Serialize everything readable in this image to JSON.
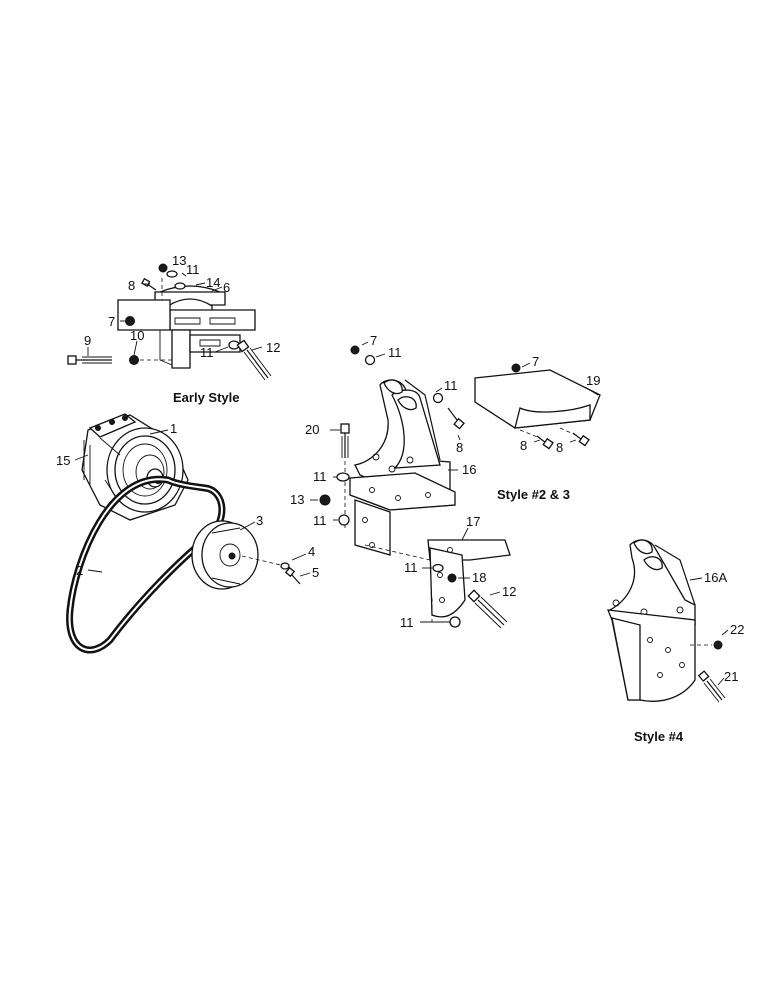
{
  "captions": {
    "early": "Early Style",
    "style23": "Style #2 & 3",
    "style4": "Style #4"
  },
  "callouts": {
    "c13": "13",
    "c11a": "11",
    "c8a": "8",
    "c14": "14",
    "c6": "6",
    "c7a": "7",
    "c9": "9",
    "c10": "10",
    "c11b": "11",
    "c12a": "12",
    "c1": "1",
    "c15": "15",
    "c3": "3",
    "c2": "2",
    "c4": "4",
    "c5": "5",
    "c7b": "7",
    "c11c": "11",
    "c11d": "11",
    "c8b": "8",
    "c20": "20",
    "c11e": "11",
    "c16": "16",
    "c13b": "13",
    "c11f": "11",
    "c17": "17",
    "c11g": "11",
    "c18": "18",
    "c12b": "12",
    "c11h": "11",
    "c7c": "7",
    "c19": "19",
    "c8c": "8",
    "c8d": "8",
    "c16a": "16A",
    "c22": "22",
    "c21": "21"
  }
}
